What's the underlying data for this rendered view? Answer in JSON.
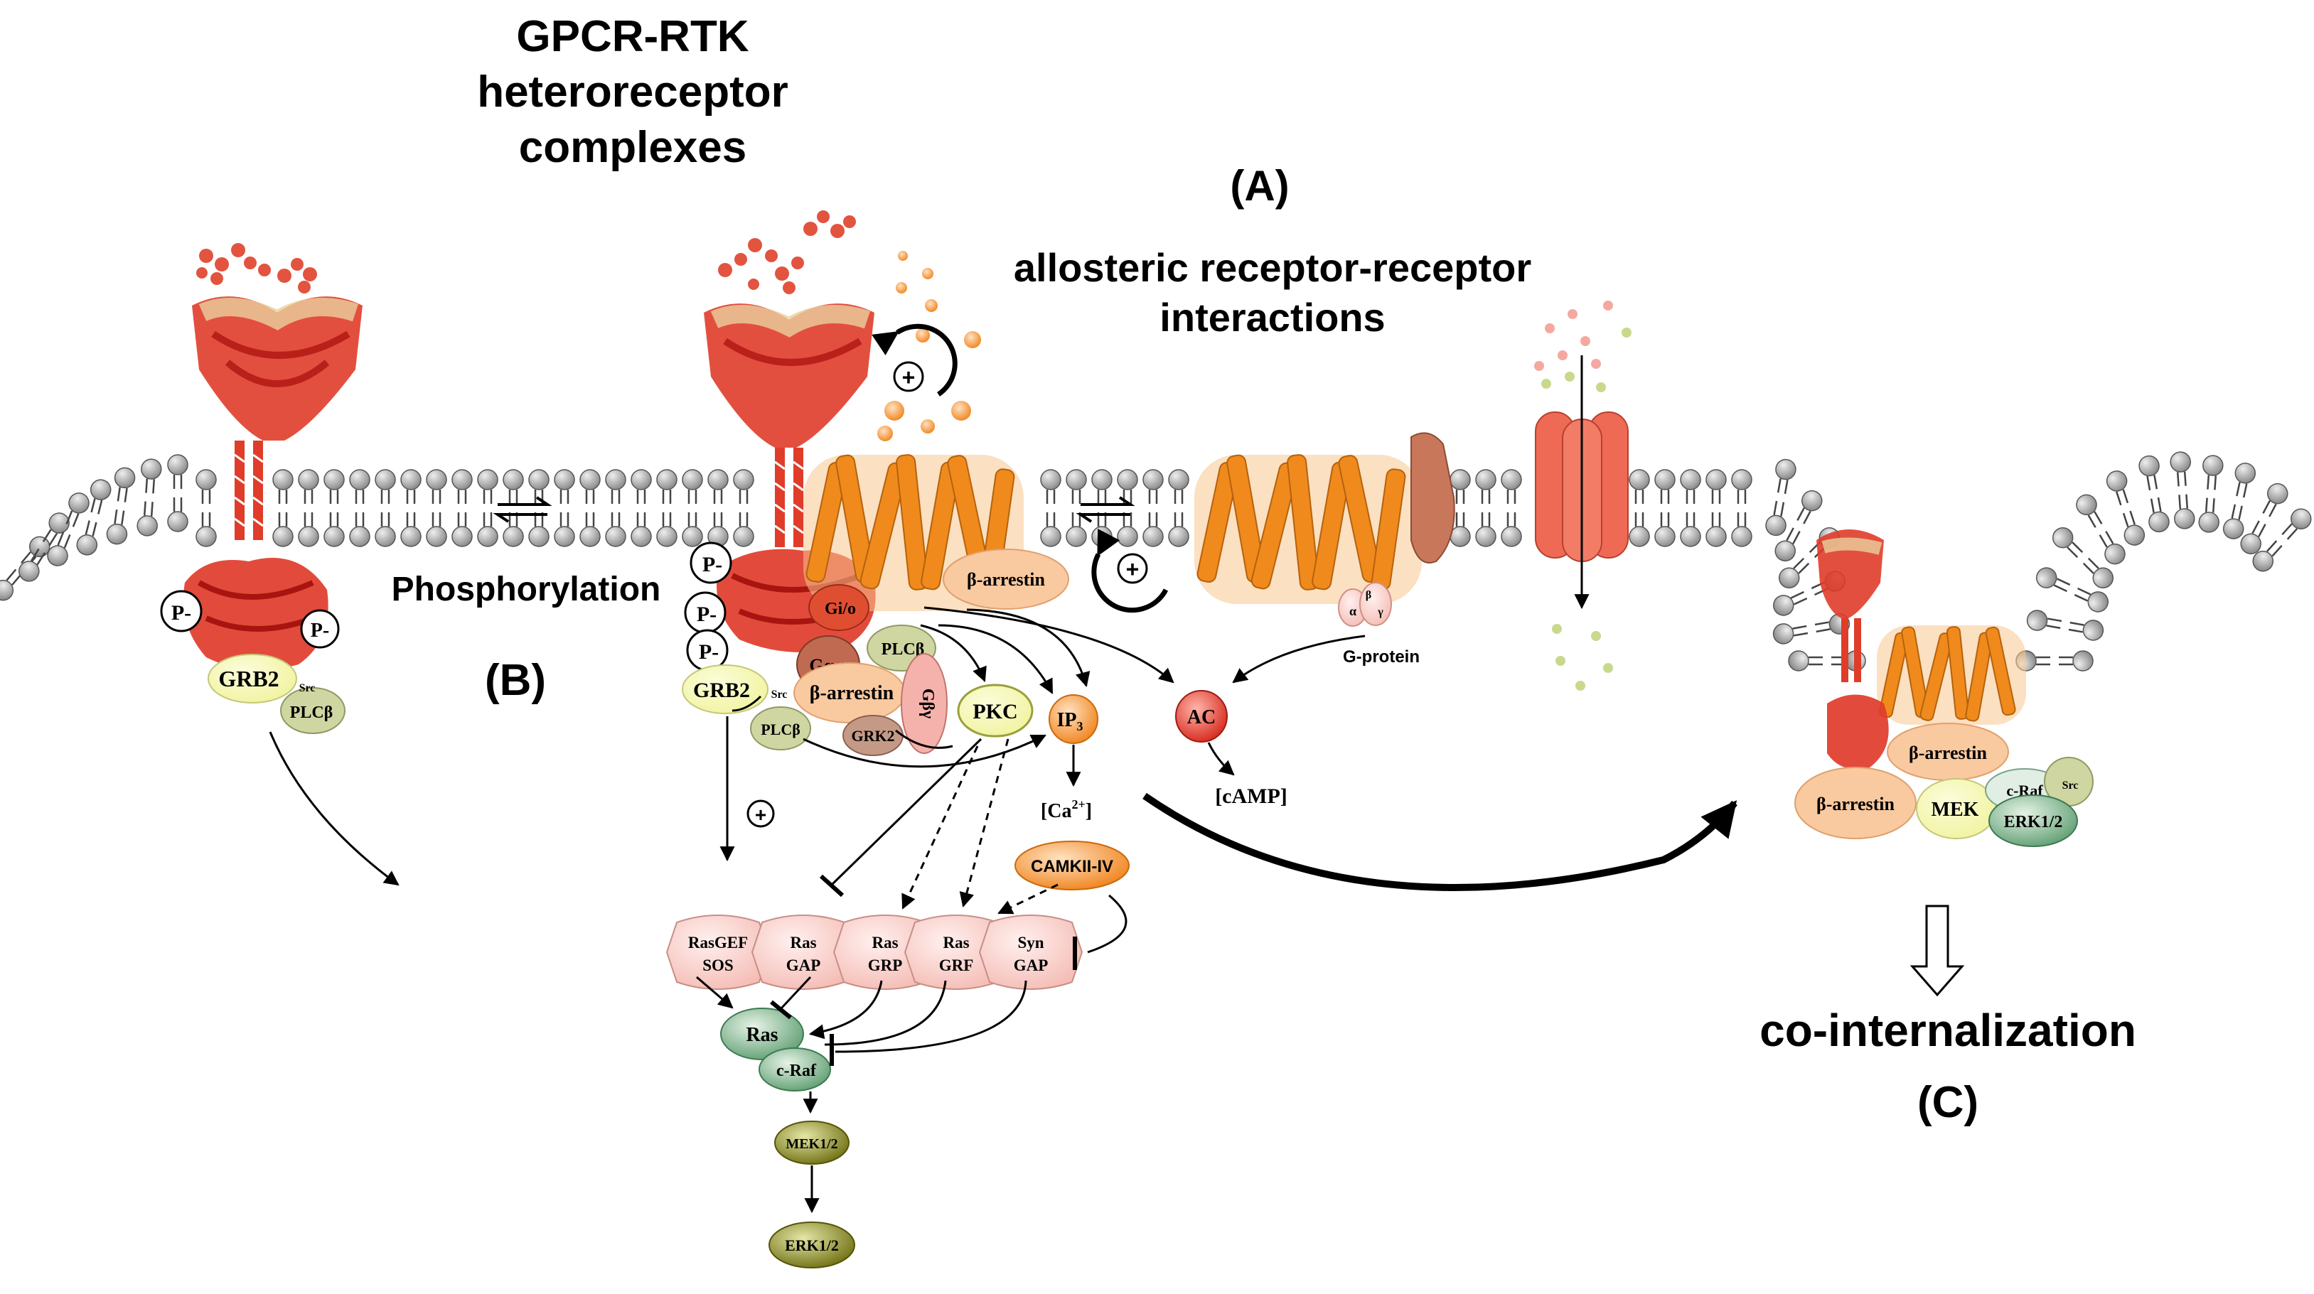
{
  "headings": {
    "title_line1": "GPCR-RTK",
    "title_line2": "heteroreceptor",
    "title_line3": "complexes",
    "panel_a": "(A)",
    "panel_a_line1": "allosteric receptor-receptor",
    "panel_a_line2": "interactions",
    "phosphorylation": "Phosphorylation",
    "panel_b": "(B)",
    "cointernalization": "co-internalization",
    "panel_c": "(C)"
  },
  "left_complex": {
    "p1": "P-",
    "p2": "P-",
    "grb2": "GRB2",
    "src": "Src",
    "plcb": "PLCβ"
  },
  "center_complex": {
    "p1": "P-",
    "p2": "P-",
    "p3": "P-",
    "grb2": "GRB2",
    "src": "Src",
    "plcb_low": "PLCβ",
    "gio": "Gi/o",
    "gaq": "Gαq",
    "plcb_high": "PLCβ",
    "barrestin": "β-arrestin",
    "gby": "Gβγ",
    "grk2": "GRK2",
    "barrestin_membrane": "β-arrestin",
    "plus_center": "+",
    "plus_right": "+",
    "plus_down": "+"
  },
  "signaling": {
    "pkc": "PKC",
    "ip3": "IP",
    "ip3_sub": "3",
    "ca_open": "[Ca",
    "ca_sup": "2+",
    "ca_close": "]",
    "camk": "CAMKII-IV",
    "ac": "AC",
    "camp": "[cAMP]",
    "gprotein": "G-protein",
    "g_alpha": "α",
    "g_beta": "β",
    "g_gamma": "γ"
  },
  "ras_regulators": [
    {
      "line1": "RasGEF",
      "line2": "SOS"
    },
    {
      "line1": "Ras",
      "line2": "GAP"
    },
    {
      "line1": "Ras",
      "line2": "GRP"
    },
    {
      "line1": "Ras",
      "line2": "GRF"
    },
    {
      "line1": "Syn",
      "line2": "GAP"
    }
  ],
  "cascade": {
    "ras": "Ras",
    "craf": "c-Raf",
    "mek": "MEK1/2",
    "erk": "ERK1/2"
  },
  "internalized": {
    "barrestin_top": "β-arrestin",
    "barrestin_left": "β-arrestin",
    "mek": "MEK",
    "craf": "c-Raf",
    "src": "Src",
    "erk": "ERK1/2"
  },
  "colors": {
    "rtk_red": "#d8372a",
    "gpcr_orange": "#f08a1c",
    "lipid_grey": "#a7a7a7",
    "grb2_yellow": "#f1f4a6",
    "olive": "#7d7d1a",
    "green": "#6aa67c",
    "pink": "#f8d4cf",
    "peach": "#f9c9a0",
    "channel_red": "#ee6a54"
  }
}
